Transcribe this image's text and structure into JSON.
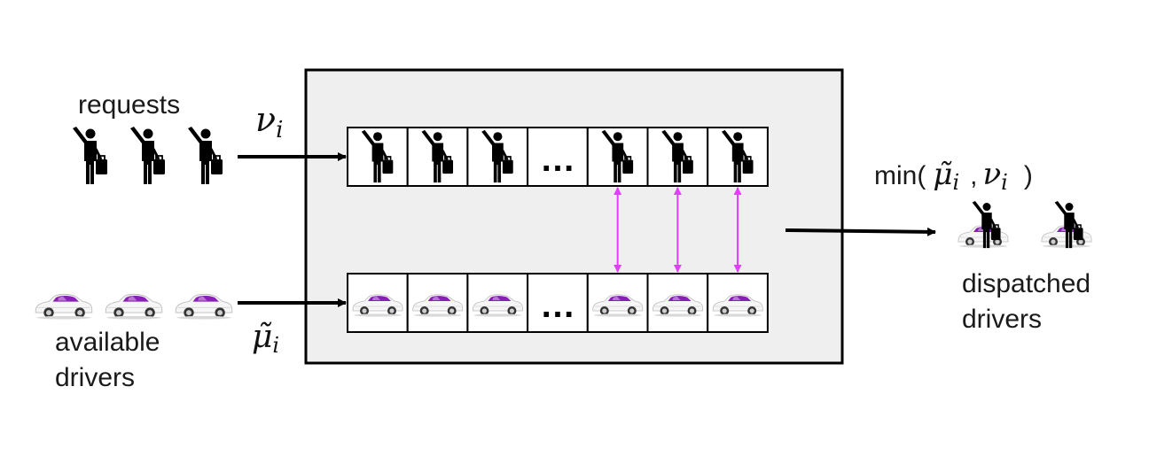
{
  "diagram": {
    "requests_label": "requests",
    "available_drivers_label_line1": "available",
    "available_drivers_label_line2": "drivers",
    "dispatched_drivers_label_line1": "dispatched",
    "dispatched_drivers_label_line2": "drivers",
    "nu_symbol": "ν",
    "mu_tilde_symbol": "μ̃",
    "subscript": "i",
    "min_prefix": "min(",
    "min_separator": ",",
    "min_suffix": ")",
    "ellipsis": "…",
    "queue_slot_count": 7,
    "match_link_count": 3,
    "colors": {
      "box_fill": "#efefef",
      "box_stroke": "#000000",
      "link_color": "#e040fb",
      "arrow_color": "#000000",
      "car_accent": "#8a1fb8"
    },
    "icons": {
      "rider": "rider-with-luggage-icon",
      "car": "car-icon"
    }
  }
}
